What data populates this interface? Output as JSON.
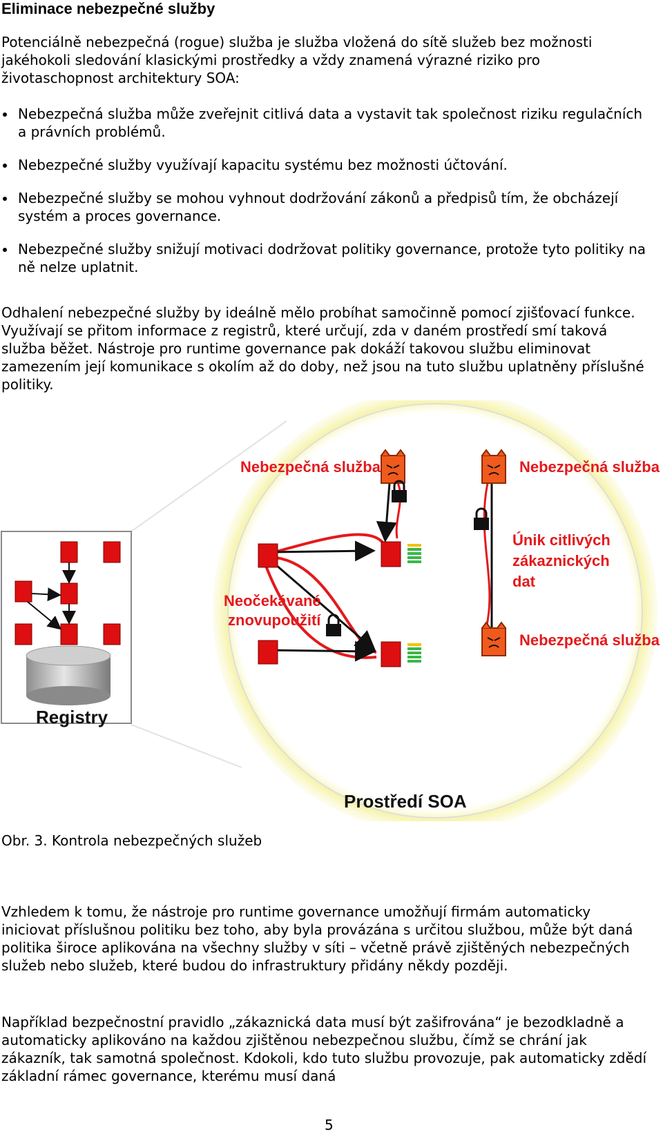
{
  "title": "Eliminace nebezpečné služby",
  "intro": "Potenciálně nebezpečná (rogue) služba je služba vložená do sítě služeb bez možnosti jakéhokoli sledování klasickými prostředky a vždy znamená výrazné riziko pro životaschopnost architektury SOA:",
  "bullets": [
    "Nebezpečná služba může zveřejnit citlivá data a vystavit tak společnost riziku regulačních a právních problémů.",
    "Nebezpečné služby využívají kapacitu systému bez možnosti účtování.",
    "Nebezpečné služby se mohou vyhnout dodržování zákonů a předpisů tím, že obcházejí systém a proces governance.",
    "Nebezpečné služby snižují motivaci dodržovat politiky governance, protože tyto politiky na ně nelze uplatnit."
  ],
  "detection_paragraph": "Odhalení nebezpečné služby by ideálně mělo probíhat samočinně pomocí zjišťovací funkce. Využívají se přitom informace z registrů, které určují, zda v daném prostředí smí taková služba běžet. Nástroje pro runtime governance pak dokáží takovou službu eliminovat zamezením její komunikace s okolím až do doby, než jsou na tuto službu uplatněny příslušné politiky.",
  "figure": {
    "label_rogue_top_left": "Nebezpečná služba",
    "label_rogue_top_right": "Nebezpečná služba",
    "label_rogue_bottom_right": "Nebezpečná služba",
    "label_leak_line1": "Únik citlivých",
    "label_leak_line2": "zákaznických",
    "label_leak_line3": "dat",
    "label_reuse_line1": "Neočekávané",
    "label_reuse_line2": "znovupoužití",
    "label_registry": "Registry",
    "label_environment": "Prostředí SOA",
    "colors": {
      "service_red": "#dd0f10",
      "rogue_orange": "#f05a1c",
      "label_red": "#e4191c",
      "halo_yellow": "#f6f3a4",
      "meter_green": "#3bb84a"
    }
  },
  "caption": "Obr. 3. Kontrola nebezpečných služeb",
  "paragraph_after_1": "Vzhledem k tomu, že nástroje pro runtime governance umožňují firmám automaticky iniciovat příslušnou politiku bez toho, aby byla provázána s určitou službou, může být daná politika široce aplikována na všechny služby v síti – včetně právě zjištěných nebezpečných služeb nebo služeb, které budou do infrastruktury přidány někdy později.",
  "paragraph_after_2": "Například bezpečnostní pravidlo „zákaznická data musí být zašifrována“ je bezodkladně a automaticky aplikováno na každou zjištěnou nebezpečnou službu, čímž se chrání jak zákazník, tak samotná společnost. Kdokoli, kdo tuto službu provozuje, pak automaticky zdědí základní rámec governance, kterému musí daná",
  "page_number": "5"
}
